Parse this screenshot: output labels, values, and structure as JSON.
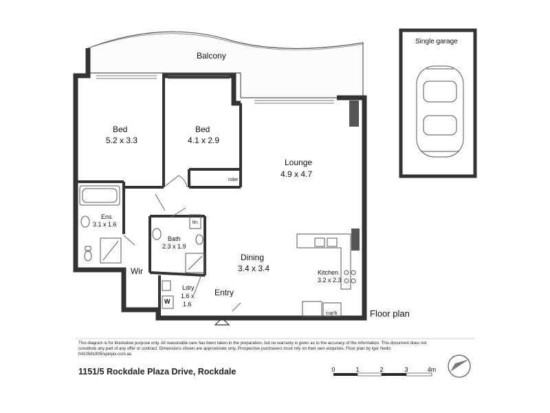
{
  "rooms": {
    "balcony": "Balcony",
    "bed1_name": "Bed",
    "bed1_size": "5.2 x 3.3",
    "bed2_name": "Bed",
    "bed2_size": "4.1 x 2.9",
    "lounge_name": "Lounge",
    "lounge_size": "4.9 x 4.7",
    "robe": "robe",
    "ens_name": "Ens",
    "ens_size": "3.1 x 1.6",
    "lin": "lin.",
    "bath_name": "Bath",
    "bath_size": "2.3 x 1.9",
    "dining_name": "Dining",
    "dining_size": "3.4 x 3.4",
    "wir": "Wir",
    "ldry_name": "Ldry",
    "ldry_size_1": "1.6 x",
    "ldry_size_2": "1.6",
    "washer": "W",
    "entry": "Entry",
    "kitchen_name": "Kitchen",
    "kitchen_size": "3.2 x 2.3",
    "cupboard": "cup'b",
    "garage": "Single garage"
  },
  "title": "Floor plan",
  "disclaimer": "This diagram is for illustrative purpose only. All reasonable care has been taken in the preparation, but no warranty is given as to the accuracy of the information. This document does not constitute any part of any offer or contract. Dimensions shown are approximate only. Prospective purchasers must rely on their own enquiries. Floor plan by Igor Nedic 0410581805/spinpix.com.au",
  "address": "1151/5 Rockdale Plaza Drive, Rockdale",
  "scale": {
    "ticks": [
      "0",
      "1",
      "2",
      "3",
      "4m"
    ]
  },
  "colors": {
    "wall": "#333333",
    "wall_dark": "#4a4a4a",
    "balcony_fill": "#fafafa",
    "line": "#555555"
  },
  "icons": [
    "north-arrow-icon",
    "car-icon",
    "entry-arrow-icon"
  ]
}
